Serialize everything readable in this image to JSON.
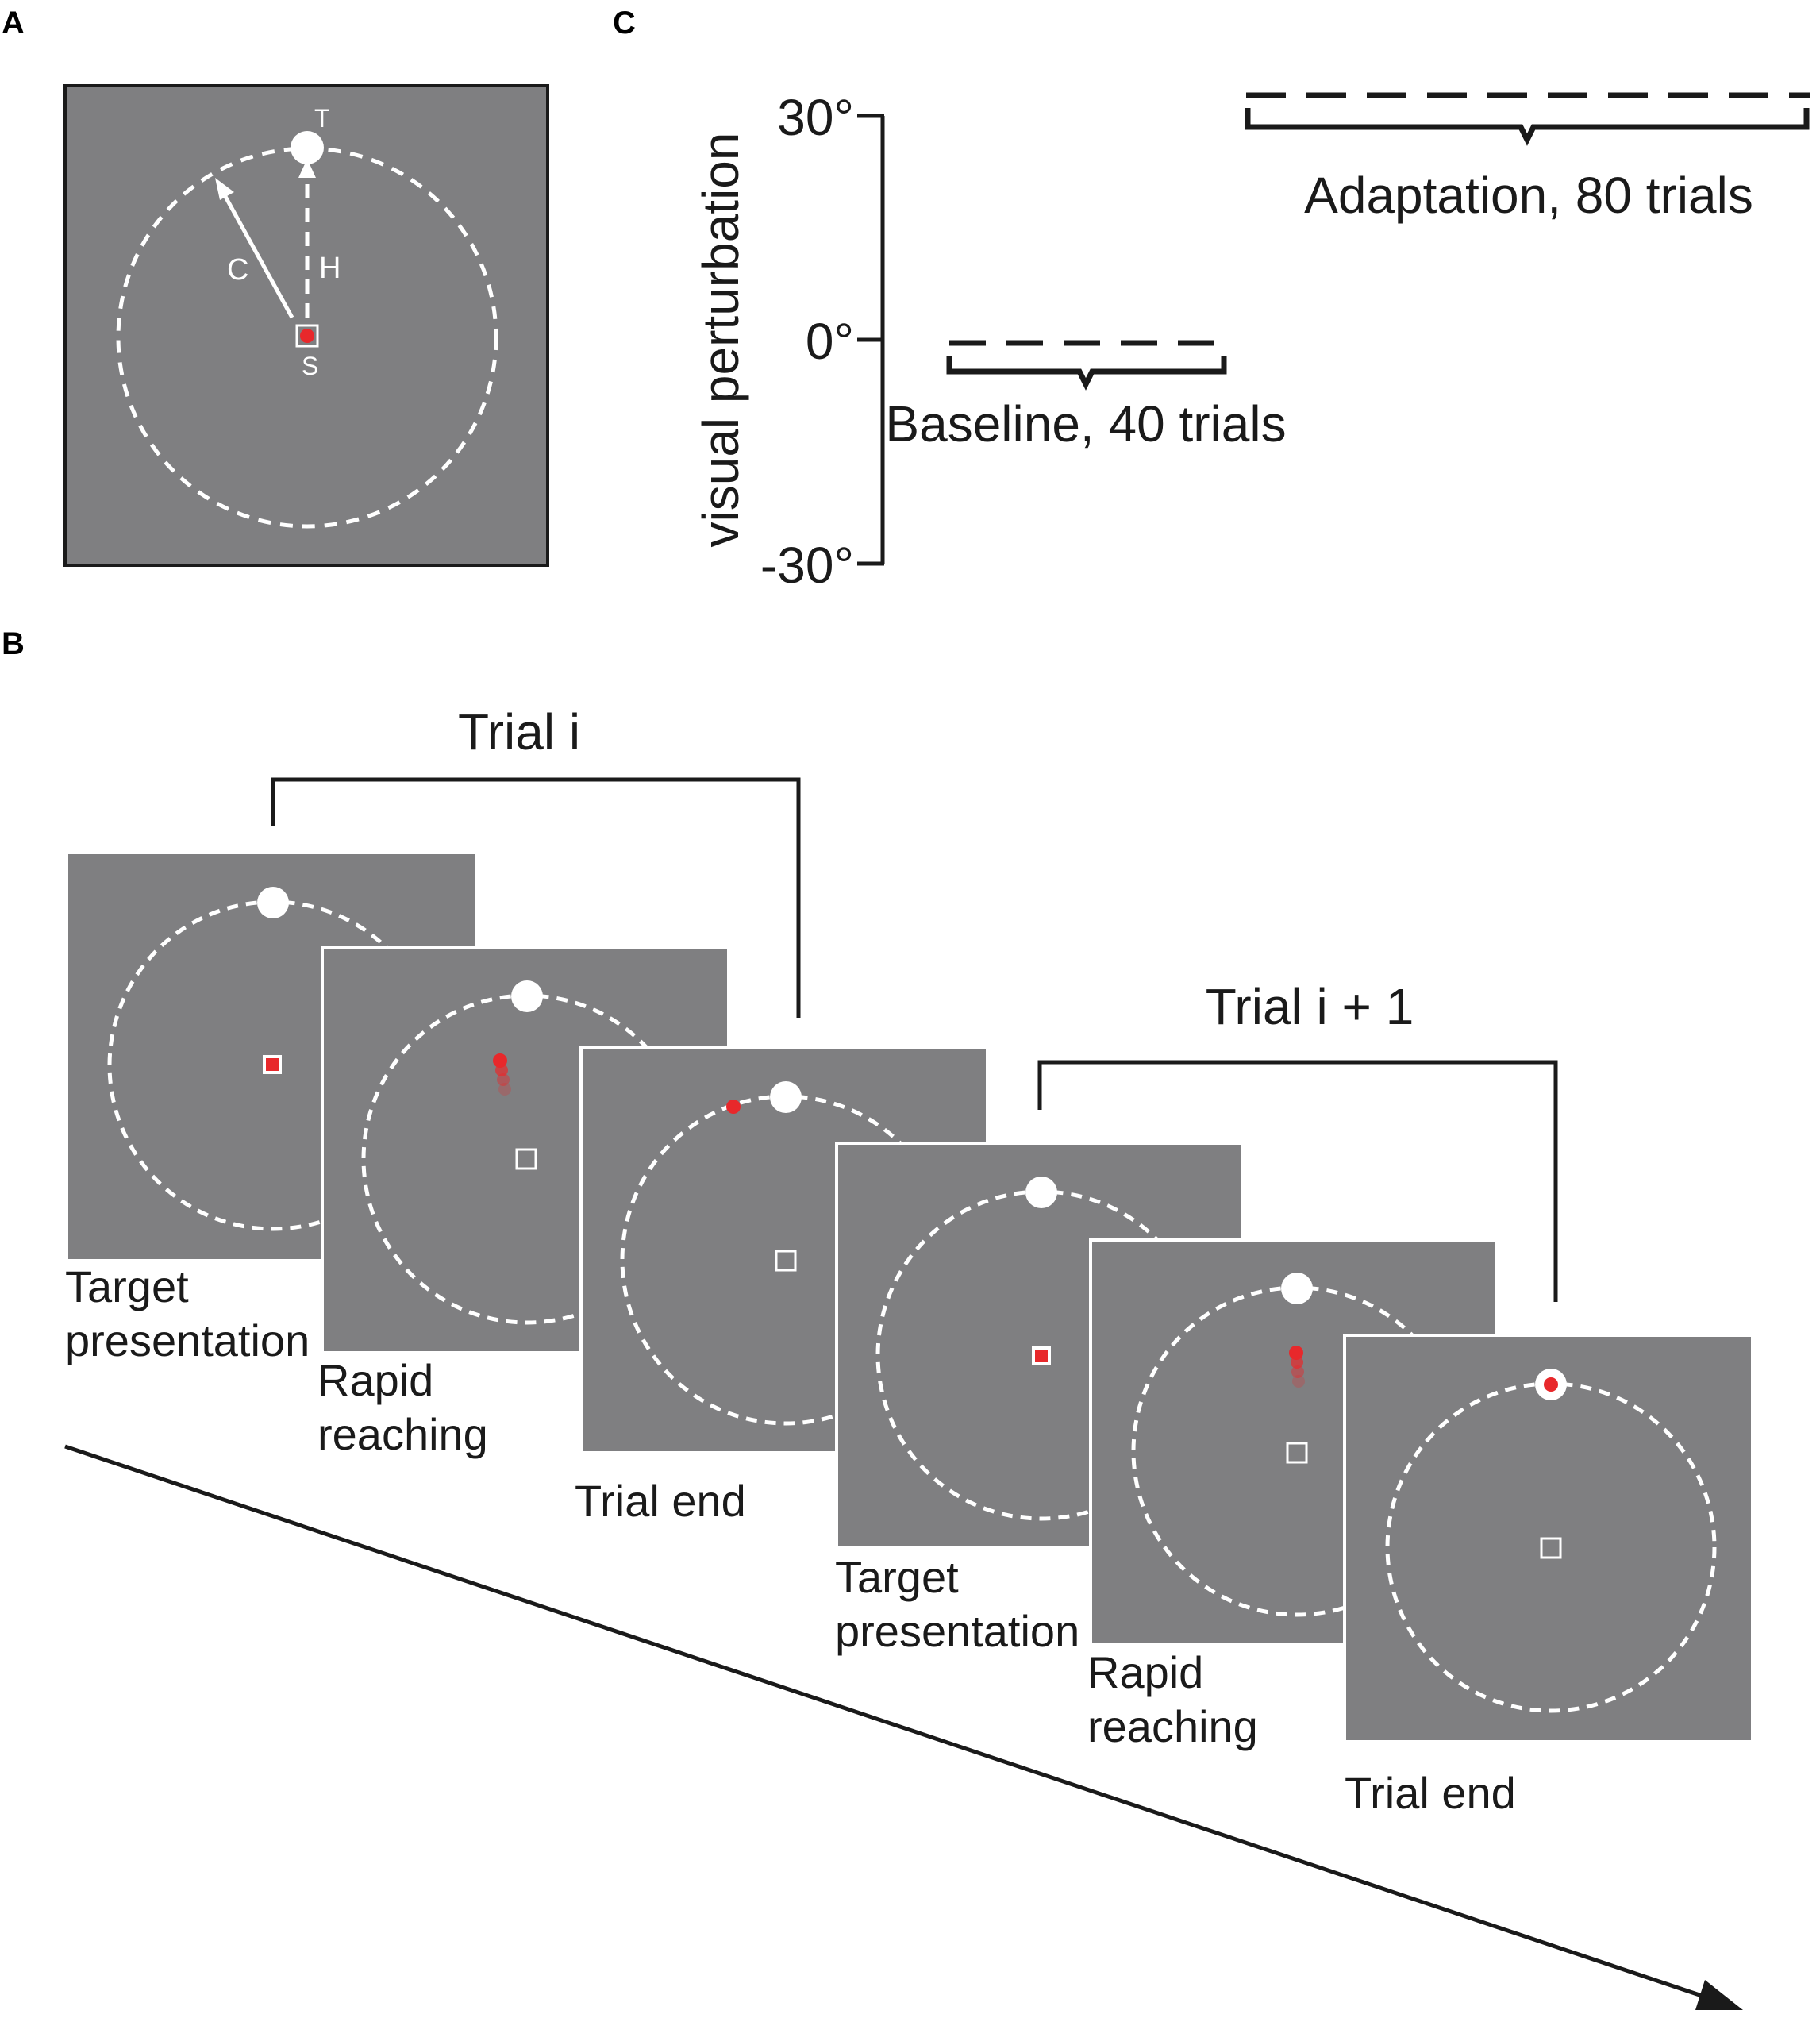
{
  "panels": {
    "a": {
      "letter": "A",
      "target_label": "T",
      "start_label": "S",
      "cursor_label": "C",
      "hand_label": "H"
    },
    "b": {
      "letter": "B",
      "trial_i": "Trial i",
      "trial_i_plus_1": "Trial i + 1",
      "frames": [
        {
          "caption_line1": "Target",
          "caption_line2": "presentation"
        },
        {
          "caption_line1": "Rapid",
          "caption_line2": "reaching"
        },
        {
          "caption_line1": "Trial end",
          "caption_line2": ""
        },
        {
          "caption_line1": "Target",
          "caption_line2": "presentation"
        },
        {
          "caption_line1": "Rapid",
          "caption_line2": "reaching"
        },
        {
          "caption_line1": "Trial end",
          "caption_line2": ""
        }
      ]
    },
    "c": {
      "letter": "C",
      "ylabel": "visual perturbation",
      "ticks": [
        "30°",
        "0°",
        "-30°"
      ],
      "baseline_label": "Baseline, 40 trials",
      "adaptation_label": "Adaptation, 80 trials"
    }
  },
  "colors": {
    "screen_bg": "#7f7f81",
    "white": "#ffffff",
    "cursor_red": "#e8282b",
    "ink": "#1a1a1a"
  }
}
